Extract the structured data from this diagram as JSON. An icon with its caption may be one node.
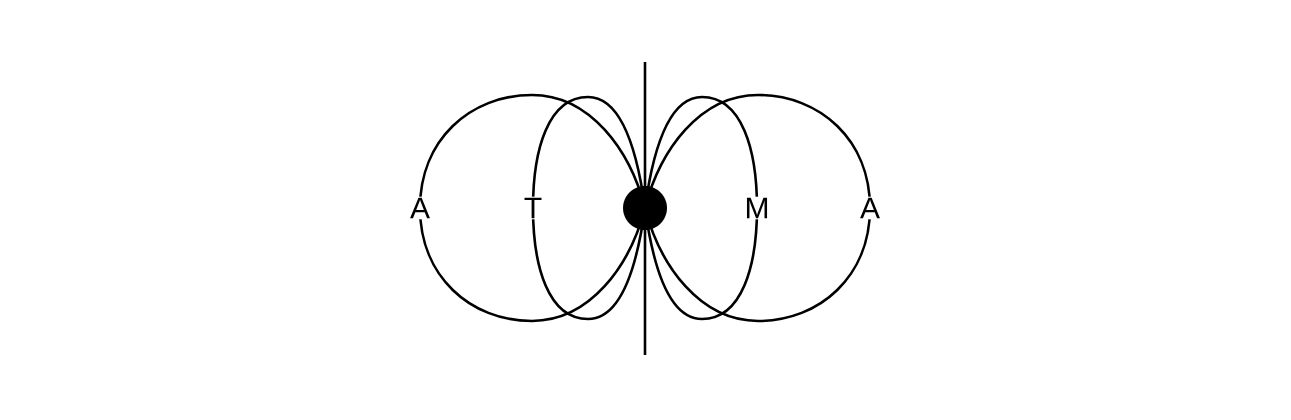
{
  "diagram": {
    "labels": [
      "A",
      "T",
      "M",
      "A"
    ]
  }
}
